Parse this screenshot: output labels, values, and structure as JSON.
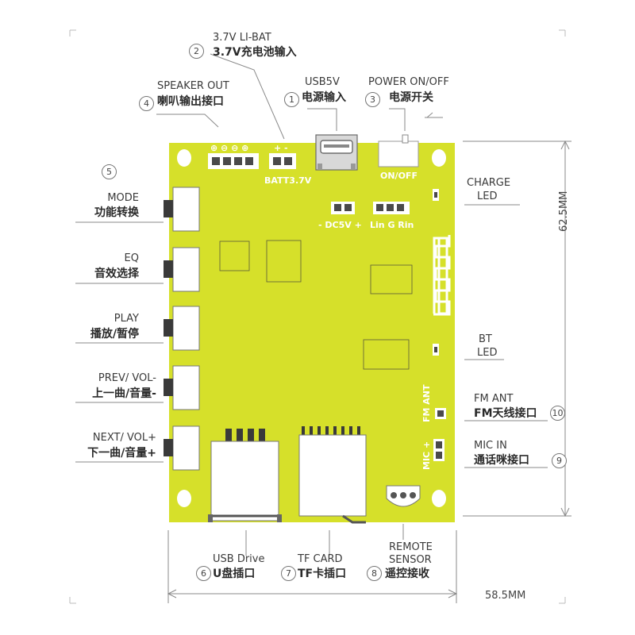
{
  "board": {
    "color": "#d6e02a"
  },
  "callouts": {
    "batt": {
      "num": "2",
      "line1": "3.7V LI-BAT",
      "line2": "3.7V充电池输入"
    },
    "usb5v": {
      "num": "1",
      "line1": "USB5V",
      "line2": "电源输入"
    },
    "power": {
      "num": "3",
      "line1": "POWER ON/OFF",
      "line2": "电源开关"
    },
    "speaker": {
      "num": "4",
      "line1": "SPEAKER OUT",
      "line2": "喇叭输出接口"
    },
    "buttons_num": "5",
    "mode": {
      "line1": "MODE",
      "line2": "功能转换"
    },
    "eq": {
      "line1": "EQ",
      "line2": "音效选择"
    },
    "play": {
      "line1": "PLAY",
      "line2": "播放/暂停"
    },
    "prev": {
      "line1": "PREV/ VOL-",
      "line2": "上一曲/音量-"
    },
    "next": {
      "line1": "NEXT/ VOL+",
      "line2": "下一曲/音量+"
    },
    "charge_led": {
      "line1": "CHARGE",
      "line2": "LED"
    },
    "bt_led": {
      "line1": "BT",
      "line2": "LED"
    },
    "fm_ant": {
      "num": "10",
      "line1": "FM ANT",
      "line2": "FM天线接口"
    },
    "mic_in": {
      "num": "9",
      "line1": "MIC IN",
      "line2": "通话咪接口"
    },
    "usb_drive": {
      "num": "6",
      "line1": "USB Drive",
      "line2": "U盘插口"
    },
    "tf_card": {
      "num": "7",
      "line1": "TF CARD",
      "line2": "TF卡插口"
    },
    "remote": {
      "num": "8",
      "line1": "REMOTE",
      "line2": "SENSOR",
      "line3": "遥控接收"
    }
  },
  "silkscreen": {
    "speaker_symbols": "⊕ ⊖ ⊖ ⊕",
    "batt_symbols": "+ -",
    "batt_label": "BATT3.7V",
    "switch_label": "ON/OFF",
    "dc5v_label": "- DC5V +",
    "line_label": "Lin  G  Rin",
    "fm_ant_label": "FM ANT",
    "mic_label": "MIC +"
  },
  "dimensions": {
    "height": "62.5MM",
    "width": "58.5MM"
  }
}
